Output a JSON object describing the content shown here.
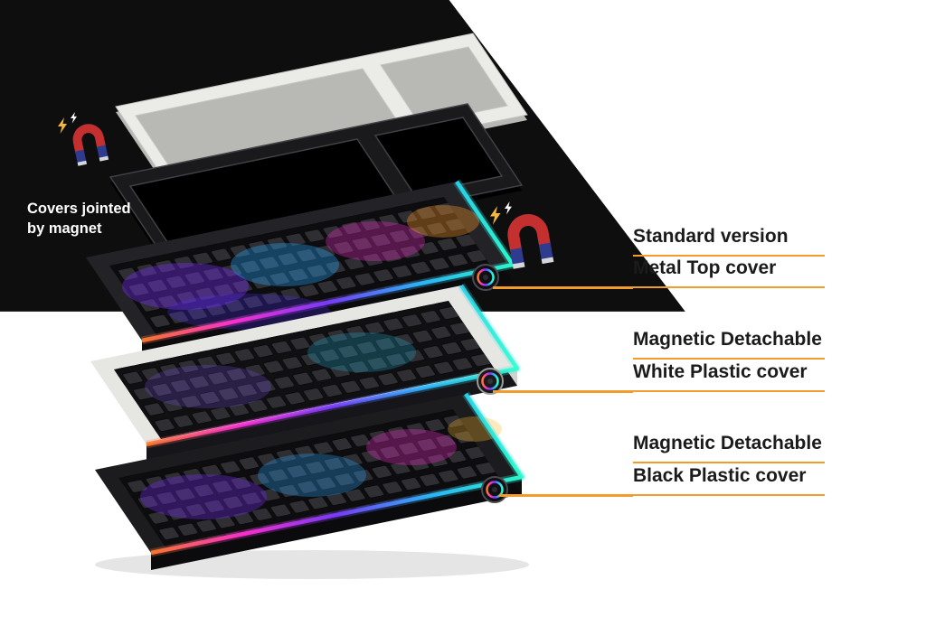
{
  "banner": {
    "background_black": "#0e0e0f",
    "background_white": "#ffffff",
    "accent_orange": "#F39B2D"
  },
  "magnet_note": {
    "line1": "Covers jointed",
    "line2": "by magnet"
  },
  "labels": [
    {
      "line1": "Standard version",
      "line2": "Metal Top cover"
    },
    {
      "line1": "Magnetic Detachable",
      "line2": "White Plastic cover"
    },
    {
      "line1": "Magnetic Detachable",
      "line2": "Black Plastic cover"
    }
  ],
  "icons": {
    "magnet": "magnet-icon",
    "lightning": "lightning-spark-icon"
  },
  "colors": {
    "magnet_red": "#C3302F",
    "magnet_blue": "#2E3B8F",
    "underline_orange": "#F39B2D",
    "white_cover": "#ebebe8",
    "black_cover": "#1a1a1d",
    "rgb_strip": [
      "#ff7a2b",
      "#ff2fd4",
      "#7a3bff",
      "#2bb8ff",
      "#2bffd0"
    ]
  }
}
